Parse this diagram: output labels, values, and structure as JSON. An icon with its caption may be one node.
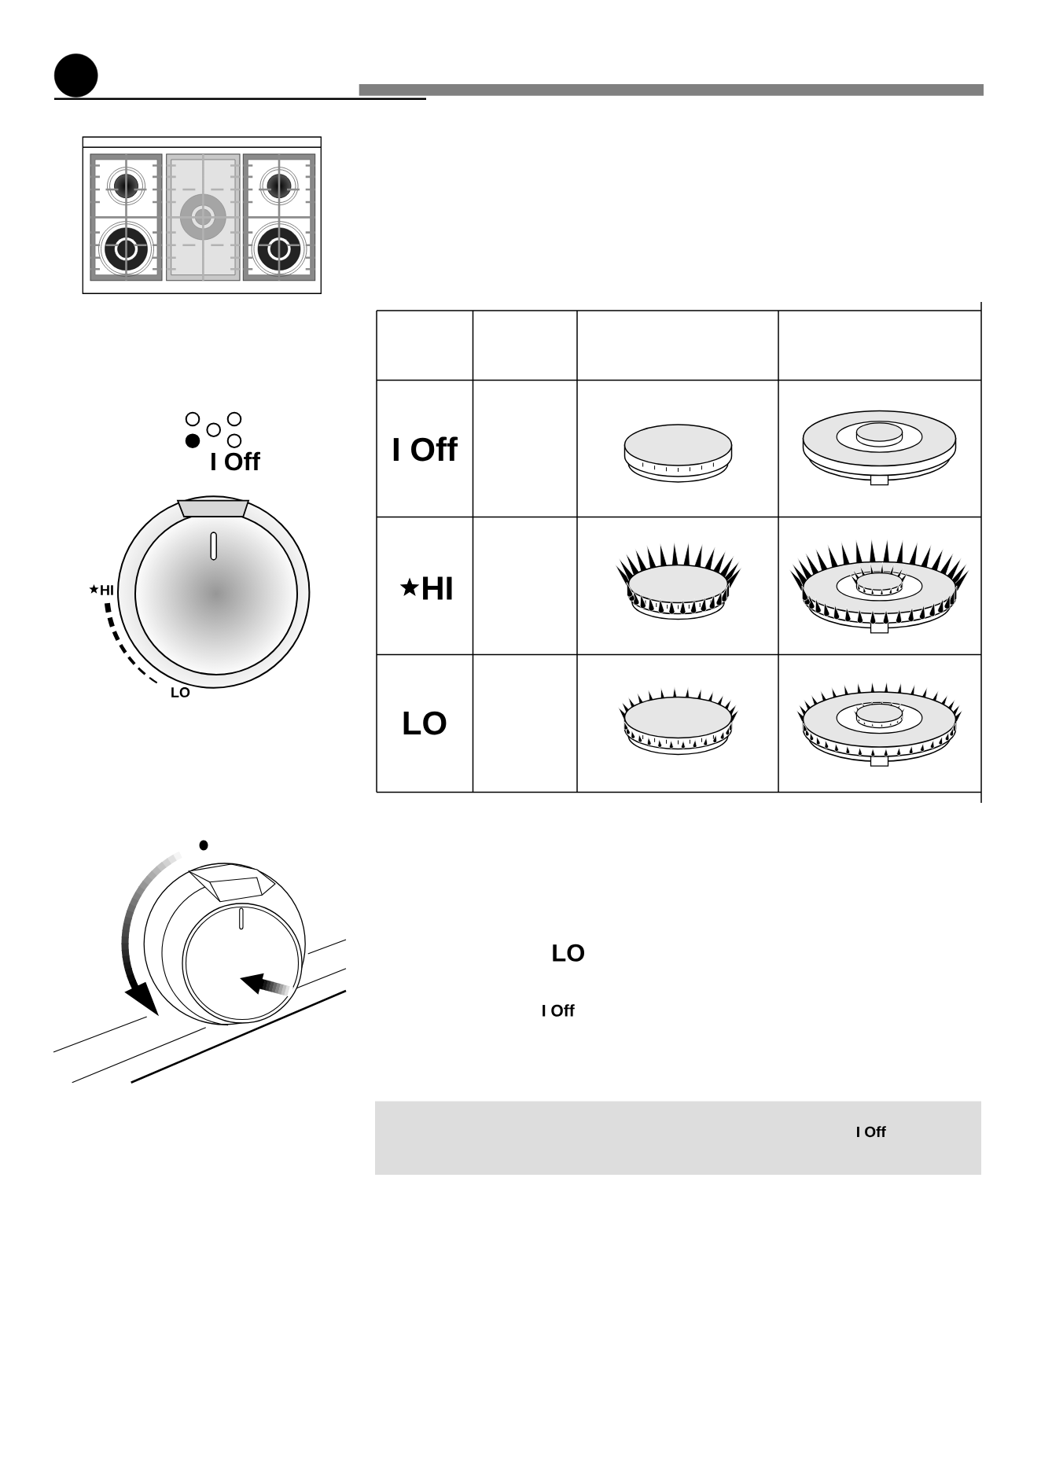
{
  "diagram": {
    "labels": [
      "I Off",
      "HI",
      "LO",
      "I Off",
      "HI",
      "LO",
      "LO",
      "I Off",
      "I Off"
    ]
  }
}
